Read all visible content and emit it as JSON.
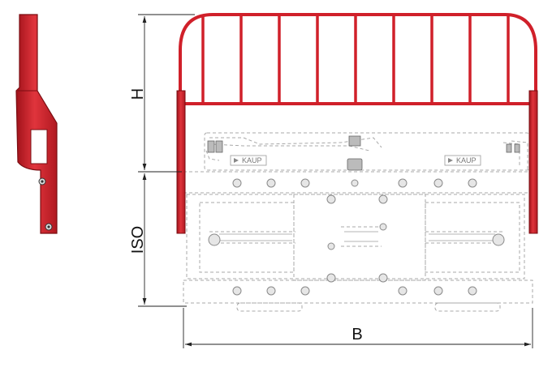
{
  "dimensions": {
    "height_label": "H",
    "iso_label": "ISO",
    "width_label": "B"
  },
  "brand": {
    "logo_text_left": "KAUP",
    "logo_text_right": "KAUP"
  },
  "colors": {
    "frame_red": "#d0202a",
    "frame_red_dark": "#8c1016",
    "ghost_gray": "#a8a8a8",
    "dimension_line": "#222222"
  }
}
